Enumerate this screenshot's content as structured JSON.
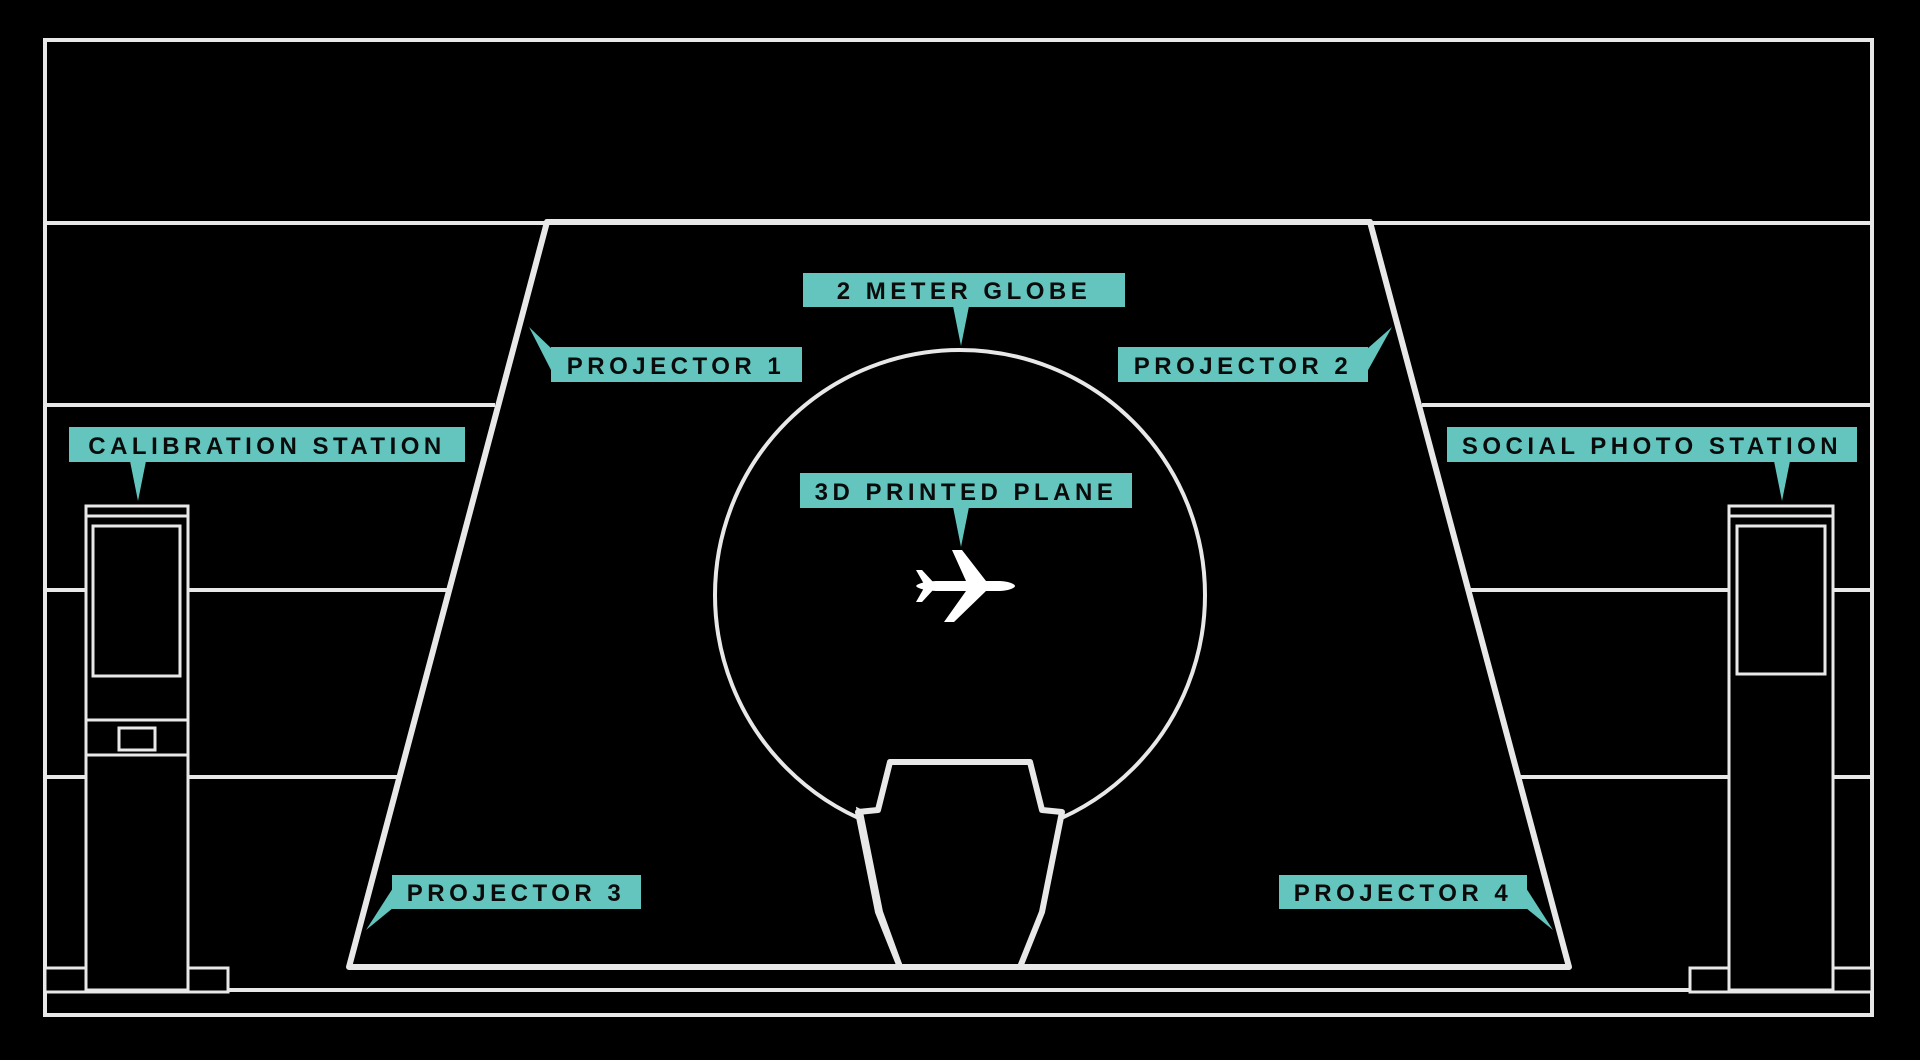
{
  "colors": {
    "background": "#000000",
    "line": "#e8e8e8",
    "label_fill": "#63c5be",
    "label_text": "#0b0b0b"
  },
  "labels": {
    "globe": "2 METER GLOBE",
    "projector_1": "PROJECTOR 1",
    "projector_2": "PROJECTOR 2",
    "projector_3": "PROJECTOR 3",
    "projector_4": "PROJECTOR 4",
    "calibration_station": "CALIBRATION STATION",
    "social_photo_station": "SOCIAL PHOTO STATION",
    "plane": "3D PRINTED PLANE"
  },
  "icons": {
    "plane": "airplane-icon"
  }
}
